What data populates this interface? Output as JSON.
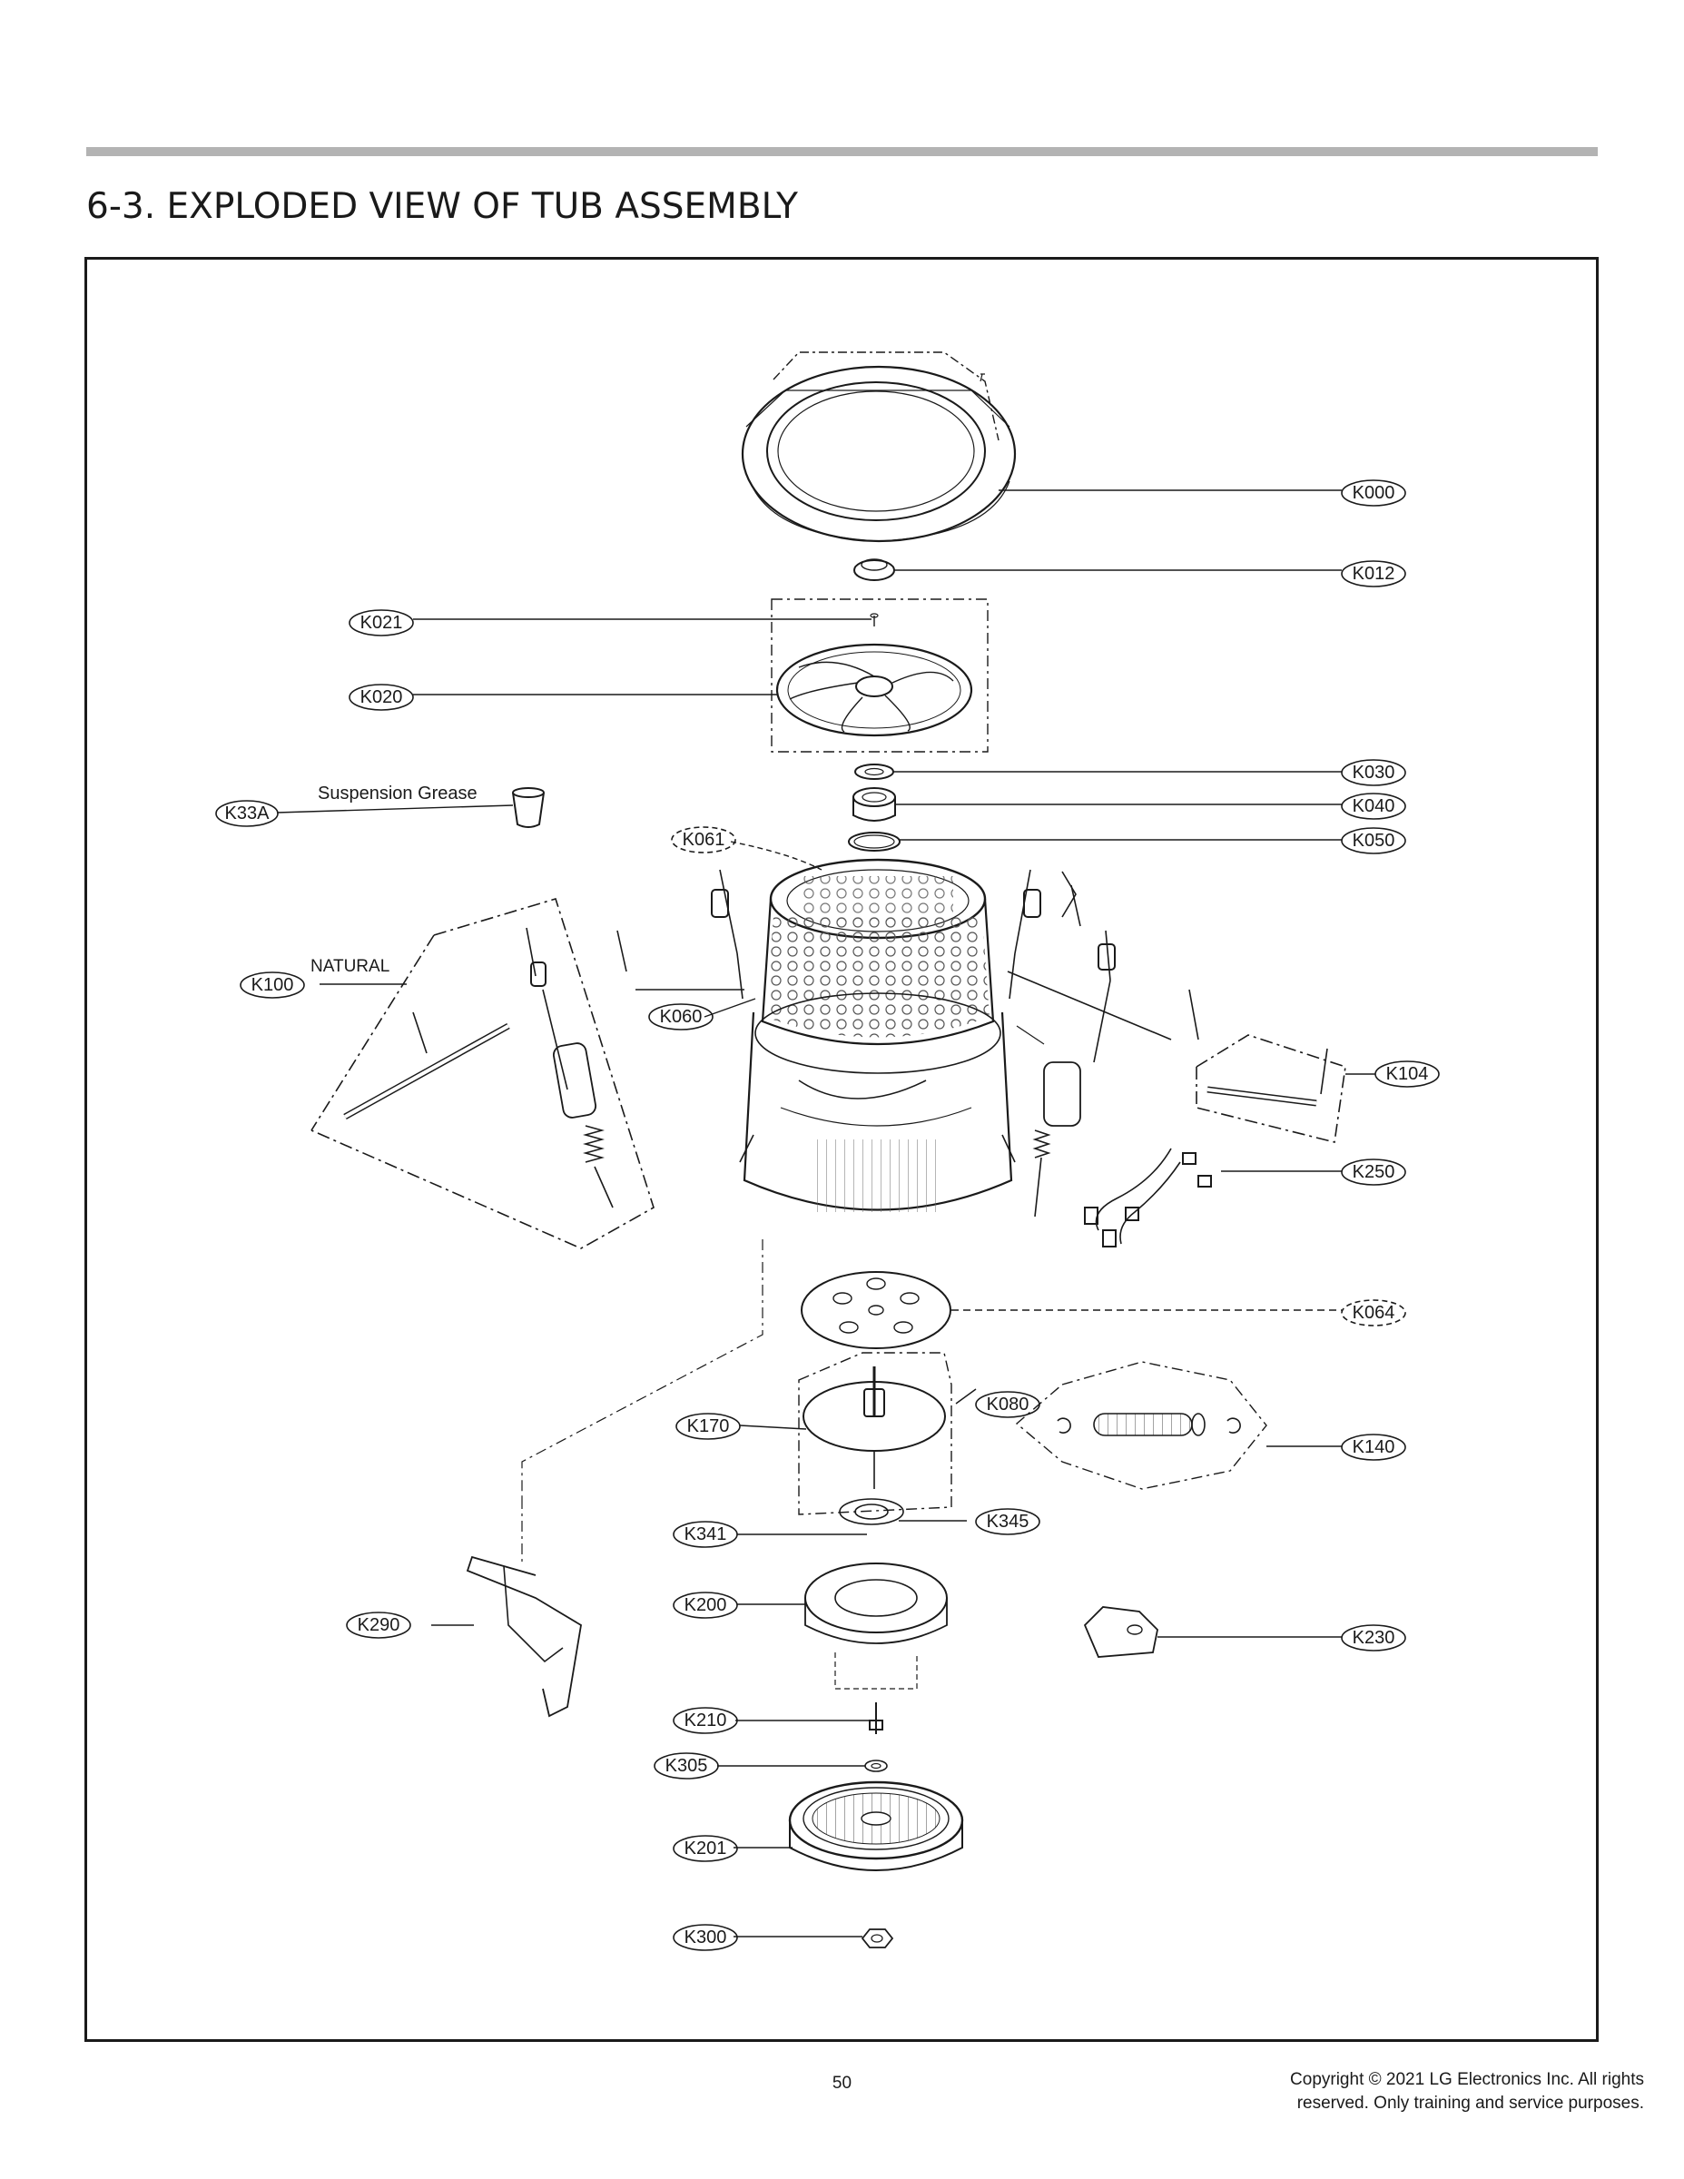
{
  "page": {
    "title": "6-3. EXPLODED VIEW OF TUB ASSEMBLY",
    "page_number": "50",
    "copyright_line1": "Copyright © 2021 LG Electronics Inc. All rights",
    "copyright_line2": "reserved. Only training and service purposes."
  },
  "diagram": {
    "notes": {
      "suspension_grease": "Suspension Grease",
      "natural": "NATURAL"
    },
    "callouts": {
      "k000": "K000",
      "k012": "K012",
      "k021": "K021",
      "k020": "K020",
      "k030": "K030",
      "k040": "K040",
      "k050": "K050",
      "k33a": "K33A",
      "k061": "K061",
      "k100": "K100",
      "k060": "K060",
      "k104": "K104",
      "k250": "K250",
      "k064": "K064",
      "k080": "K080",
      "k170": "K170",
      "k140": "K140",
      "k341": "K341",
      "k345": "K345",
      "k200": "K200",
      "k290": "K290",
      "k230": "K230",
      "k210": "K210",
      "k305": "K305",
      "k201": "K201",
      "k300": "K300"
    }
  }
}
